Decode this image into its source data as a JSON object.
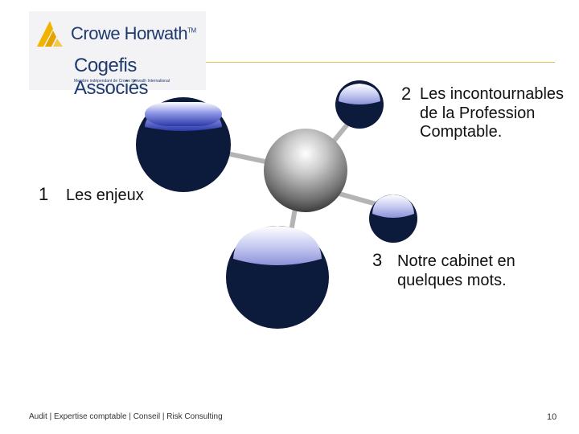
{
  "logo": {
    "brand_top": "Crowe Horwath",
    "trademark": "TM",
    "brand_bottom": "Cogefis Associés",
    "tagline": "Membre indépendant de Crowe Horwath International"
  },
  "items": [
    {
      "number": "1",
      "label": "Les enjeux"
    },
    {
      "number": "2",
      "label": "Les incontournables de la Profession Comptable."
    },
    {
      "number": "3",
      "label": "Notre cabinet en quelques mots."
    }
  ],
  "footer": {
    "text": "Audit  |  Expertise comptable  |  Conseil  |  Risk Consulting",
    "page_number": "10"
  },
  "colors": {
    "sphere_dark": "#0c1a3c",
    "sphere_highlight": "#c7caf0",
    "hub_gray": "#8c8c8c",
    "accent_line": "#e0c25a",
    "brand_blue": "#1e3a6e",
    "logo_gold": "#f0b400"
  }
}
